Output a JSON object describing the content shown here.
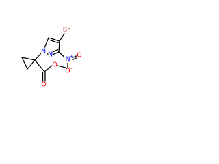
{
  "structure": {
    "colors": {
      "carbon_bond": "#000000",
      "nitrogen": "#0000ff",
      "oxygen": "#ff0000",
      "bromine": "#a52a2a"
    },
    "atoms": {
      "br": {
        "element": "Br",
        "label": "Br"
      },
      "n_pyrazole_1": {
        "element": "N",
        "label": "N"
      },
      "n_pyrazole_2": {
        "element": "N",
        "label": "N"
      },
      "n_nitro": {
        "element": "N",
        "label": "N",
        "charge": "+"
      },
      "o_nitro_double": {
        "element": "O",
        "label": "O"
      },
      "o_nitro_single": {
        "element": "O",
        "label": "O",
        "charge": "-"
      },
      "o_carbonyl": {
        "element": "O",
        "label": "O"
      },
      "o_ester": {
        "element": "O",
        "label": "O"
      }
    }
  }
}
